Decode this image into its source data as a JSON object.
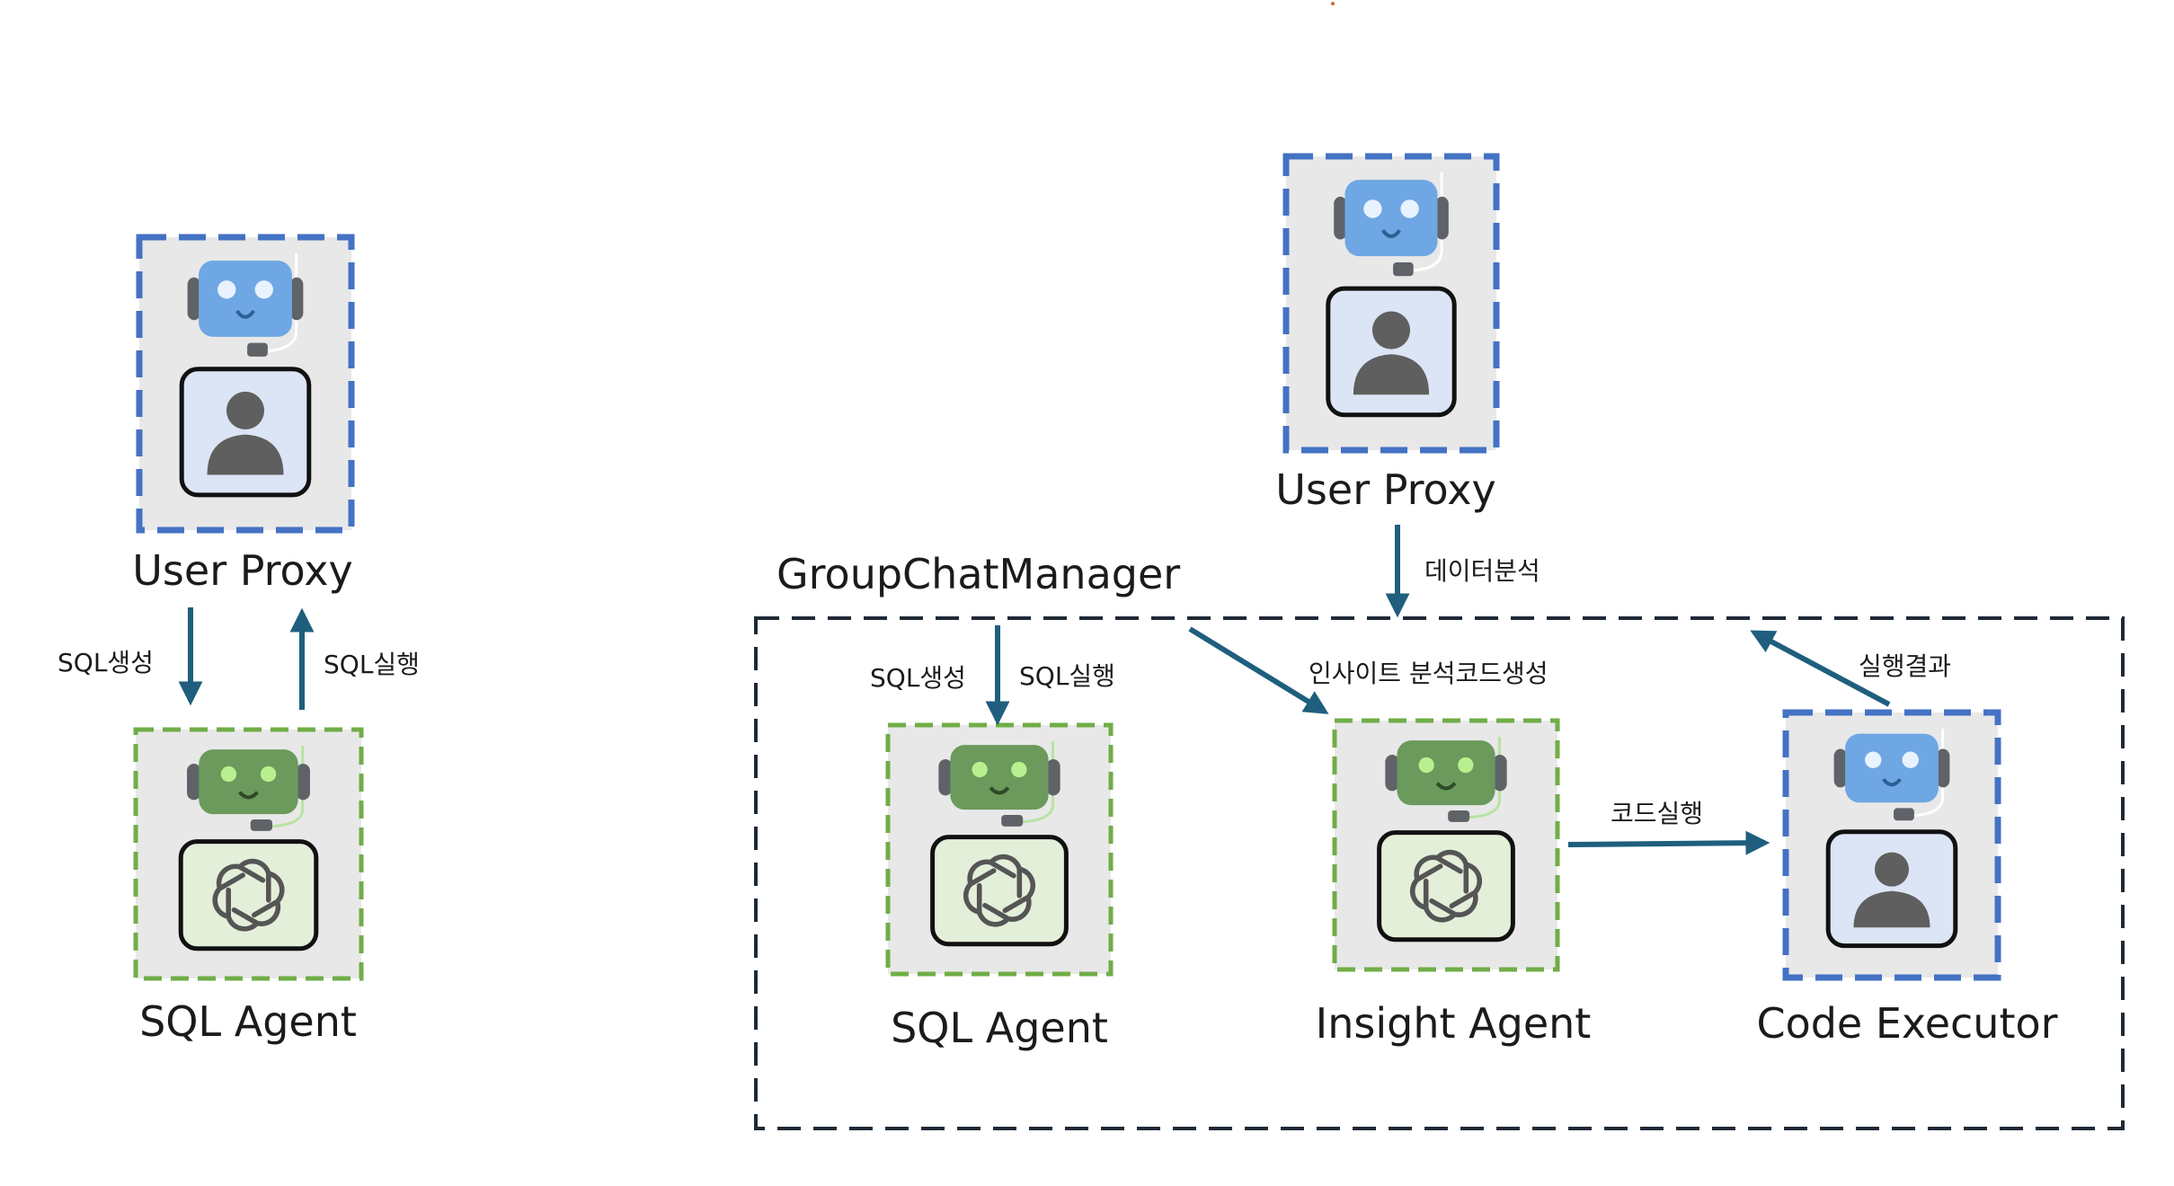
{
  "nodes": {
    "left_user_proxy": {
      "label": "User Proxy",
      "kind": "user-proxy"
    },
    "left_sql_agent": {
      "label": "SQL Agent",
      "kind": "llm-agent"
    },
    "top_user_proxy": {
      "label": "User Proxy",
      "kind": "user-proxy"
    },
    "sql_agent": {
      "label": "SQL Agent",
      "kind": "llm-agent"
    },
    "insight_agent": {
      "label": "Insight Agent",
      "kind": "llm-agent"
    },
    "code_executor": {
      "label": "Code Executor",
      "kind": "user-proxy"
    }
  },
  "group": {
    "label": "GroupChatManager"
  },
  "edges": {
    "left_sql_gen": "SQL생성",
    "left_sql_exec": "SQL실행",
    "data_analysis": "데이터분석",
    "sql_gen": "SQL생성",
    "sql_exec": "SQL실행",
    "insight_codegen": "인사이트 분석코드생성",
    "code_exec": "코드실행",
    "exec_result": "실행결과"
  },
  "icons": {
    "user_proxy": [
      "robot-head-icon",
      "person-icon"
    ],
    "llm_agent": [
      "robot-head-icon",
      "openai-logo-icon"
    ]
  },
  "colors": {
    "user_proxy_border": "#4472c4",
    "agent_border": "#70ad47",
    "robot_blue": "#6ea7e3",
    "robot_green": "#6b9a5c",
    "arrow": "#1f5f7d",
    "group_border": "#1f2a36",
    "card_bg": "#e8e8e8"
  }
}
